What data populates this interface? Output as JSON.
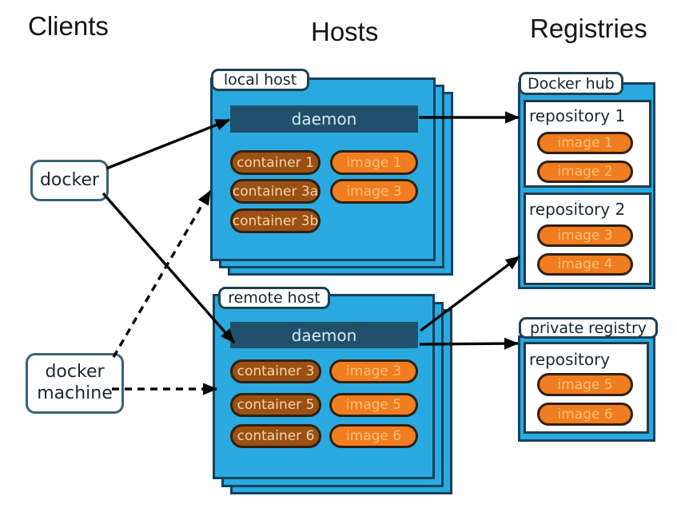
{
  "columns": {
    "clients": "Clients",
    "hosts": "Hosts",
    "registries": "Registries"
  },
  "clients": {
    "docker_label": "docker",
    "docker_machine_label": "docker machine"
  },
  "hosts": {
    "local": {
      "label": "local host",
      "daemon_label": "daemon",
      "containers": [
        "container 1",
        "container 3a",
        "container 3b"
      ],
      "images": [
        "image 1",
        "image 3"
      ]
    },
    "remote": {
      "label": "remote host",
      "daemon_label": "daemon",
      "containers": [
        "container 3",
        "container 5",
        "container 6"
      ],
      "images": [
        "image 3",
        "image 5",
        "image 6"
      ]
    }
  },
  "registries": {
    "docker_hub": {
      "label": "Docker hub",
      "repo1": {
        "name": "repository 1",
        "images": [
          "image 1",
          "image 2"
        ]
      },
      "repo2": {
        "name": "repository 2",
        "images": [
          "image 3",
          "image 4"
        ]
      }
    },
    "private_registry": {
      "label": "private registry",
      "repo": {
        "name": "repository",
        "images": [
          "image 5",
          "image 6"
        ]
      }
    }
  },
  "edges": [
    {
      "from": "docker",
      "to": "local host daemon",
      "style": "solid"
    },
    {
      "from": "docker",
      "to": "remote host daemon",
      "style": "solid"
    },
    {
      "from": "docker machine",
      "to": "local host",
      "style": "dashed"
    },
    {
      "from": "docker machine",
      "to": "remote host",
      "style": "dashed"
    },
    {
      "from": "local host daemon",
      "to": "Docker hub repository 1",
      "style": "solid"
    },
    {
      "from": "remote host daemon",
      "to": "Docker hub repository 2",
      "style": "solid"
    },
    {
      "from": "remote host daemon",
      "to": "private registry",
      "style": "solid"
    }
  ],
  "colors": {
    "host_blue": "#29a9e0",
    "outline_navy": "#15425c",
    "daemon_bar": "#20506b",
    "container_pill": "#9b5114",
    "image_pill": "#f07d1f",
    "arrow": "#060606"
  }
}
